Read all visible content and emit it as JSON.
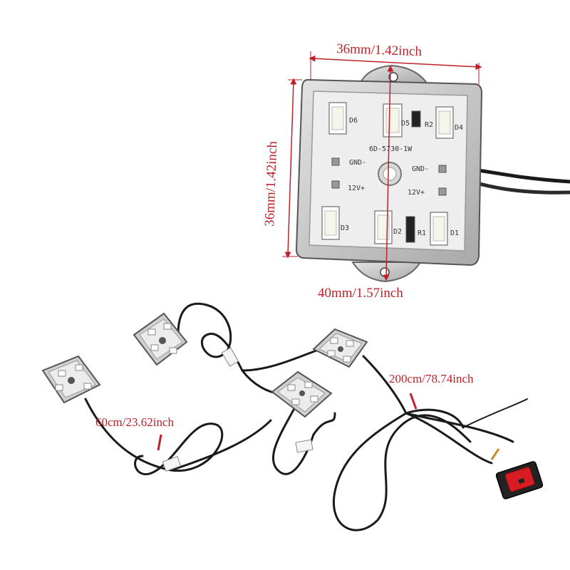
{
  "dimensions": {
    "width_top": "36mm/1.42inch",
    "height_side": "36mm/1.42inch",
    "hole_span": "40mm/1.57inch"
  },
  "cable_lengths": {
    "short": "60cm/23.62inch",
    "long": "200cm/78.74inch"
  },
  "pcb": {
    "model": "6D-5730-1W",
    "gnd_left": "GND-",
    "gnd_right": "GND-",
    "vcc_left": "12V+",
    "vcc_right": "12V+",
    "leds": [
      "D6",
      "D5",
      "D4",
      "D3",
      "D2",
      "D1"
    ],
    "resistors": [
      "R2",
      "R1"
    ]
  },
  "colors": {
    "dimension": "#c0202a",
    "housing": "#c8c8c8",
    "board": "#eeeeee",
    "led": "#f4f6ea",
    "cable": "#1a1a1a",
    "switch": "#d81c24"
  }
}
